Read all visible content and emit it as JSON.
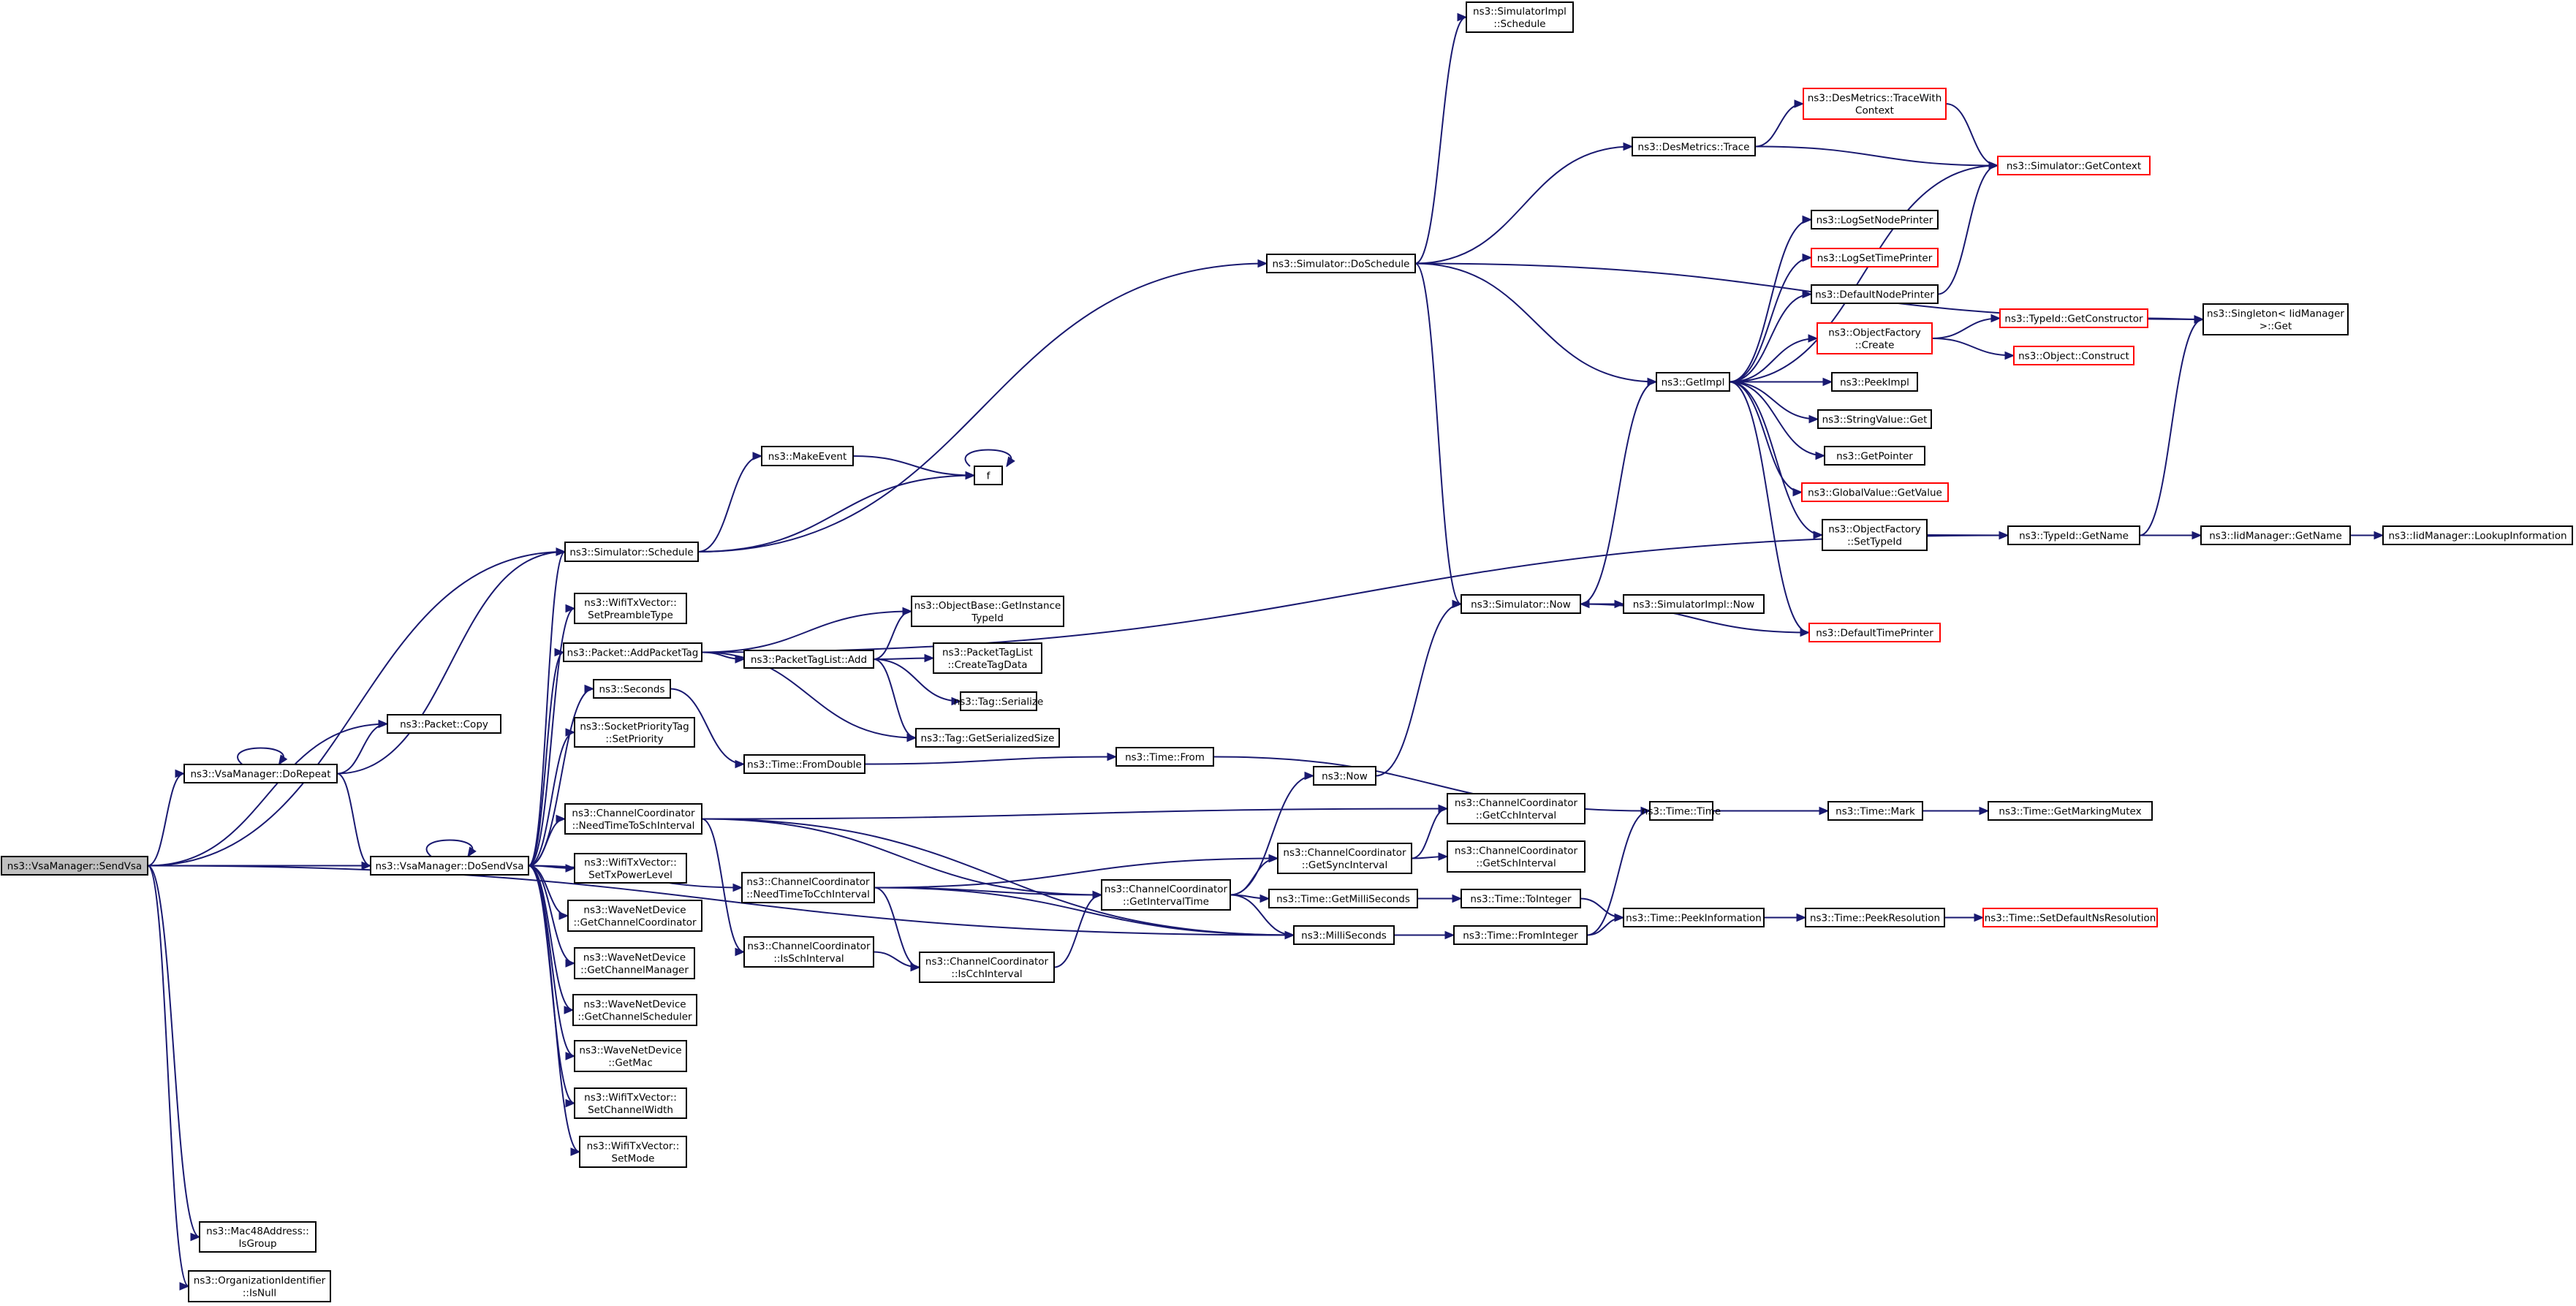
{
  "diagram": {
    "type": "call-graph",
    "colors": {
      "edge": "#191970",
      "root_fill": "#bfbfbf",
      "red_border": "#ff0000",
      "border": "#000000"
    },
    "nodes": [
      {
        "id": "sendvsa",
        "lines": [
          "ns3::VsaManager::SendVsa"
        ],
        "root": true
      },
      {
        "id": "packetcopy",
        "lines": [
          "ns3::Packet::Copy"
        ]
      },
      {
        "id": "dorepeat",
        "lines": [
          "ns3::VsaManager::DoRepeat"
        ]
      },
      {
        "id": "dosendvsa",
        "lines": [
          "ns3::VsaManager::DoSendVsa"
        ]
      },
      {
        "id": "mac48",
        "lines": [
          "ns3::Mac48Address::",
          "IsGroup"
        ]
      },
      {
        "id": "orgid",
        "lines": [
          "ns3::OrganizationIdentifier",
          "::IsNull"
        ]
      },
      {
        "id": "schedule",
        "lines": [
          "ns3::Simulator::Schedule"
        ]
      },
      {
        "id": "preamble",
        "lines": [
          "ns3::WifiTxVector::",
          "SetPreambleType"
        ]
      },
      {
        "id": "addpackettag",
        "lines": [
          "ns3::Packet::AddPacketTag"
        ]
      },
      {
        "id": "seconds",
        "lines": [
          "ns3::Seconds"
        ]
      },
      {
        "id": "socketprio",
        "lines": [
          "ns3::SocketPriorityTag",
          "::SetPriority"
        ]
      },
      {
        "id": "needtosch",
        "lines": [
          "ns3::ChannelCoordinator",
          "::NeedTimeToSchInterval"
        ]
      },
      {
        "id": "txpower",
        "lines": [
          "ns3::WifiTxVector::",
          "SetTxPowerLevel"
        ]
      },
      {
        "id": "getchcoord",
        "lines": [
          "ns3::WaveNetDevice",
          "::GetChannelCoordinator"
        ]
      },
      {
        "id": "getchmgr",
        "lines": [
          "ns3::WaveNetDevice",
          "::GetChannelManager"
        ]
      },
      {
        "id": "getchsched",
        "lines": [
          "ns3::WaveNetDevice",
          "::GetChannelScheduler"
        ]
      },
      {
        "id": "getmac",
        "lines": [
          "ns3::WaveNetDevice",
          "::GetMac"
        ]
      },
      {
        "id": "chwidth",
        "lines": [
          "ns3::WifiTxVector::",
          "SetChannelWidth"
        ]
      },
      {
        "id": "setmode",
        "lines": [
          "ns3::WifiTxVector::",
          "SetMode"
        ]
      },
      {
        "id": "makeevent",
        "lines": [
          "ns3::MakeEvent"
        ]
      },
      {
        "id": "f",
        "lines": [
          "f"
        ]
      },
      {
        "id": "objinst",
        "lines": [
          "ns3::ObjectBase::GetInstance",
          "TypeId"
        ]
      },
      {
        "id": "ptladd",
        "lines": [
          "ns3::PacketTagList::Add"
        ]
      },
      {
        "id": "createtag",
        "lines": [
          "ns3::PacketTagList",
          "::CreateTagData"
        ]
      },
      {
        "id": "tagser",
        "lines": [
          "ns3::Tag::Serialize"
        ]
      },
      {
        "id": "tagsize",
        "lines": [
          "ns3::Tag::GetSerializedSize"
        ]
      },
      {
        "id": "fromdouble",
        "lines": [
          "ns3::Time::FromDouble"
        ]
      },
      {
        "id": "needtocch",
        "lines": [
          "ns3::ChannelCoordinator",
          "::NeedTimeToCchInterval"
        ]
      },
      {
        "id": "isschint",
        "lines": [
          "ns3::ChannelCoordinator",
          "::IsSchInterval"
        ]
      },
      {
        "id": "iscchint",
        "lines": [
          "ns3::ChannelCoordinator",
          "::IsCchInterval"
        ]
      },
      {
        "id": "timefrom",
        "lines": [
          "ns3::Time::From"
        ]
      },
      {
        "id": "getintervaltime",
        "lines": [
          "ns3::ChannelCoordinator",
          "::GetIntervalTime"
        ]
      },
      {
        "id": "ns3now",
        "lines": [
          "ns3::Now"
        ]
      },
      {
        "id": "doschedule",
        "lines": [
          "ns3::Simulator::DoSchedule"
        ]
      },
      {
        "id": "simimplsched",
        "lines": [
          "ns3::SimulatorImpl",
          "::Schedule"
        ]
      },
      {
        "id": "getcchint",
        "lines": [
          "ns3::ChannelCoordinator",
          "::GetCchInterval"
        ]
      },
      {
        "id": "getsyncint",
        "lines": [
          "ns3::ChannelCoordinator",
          "::GetSyncInterval"
        ]
      },
      {
        "id": "getschint",
        "lines": [
          "ns3::ChannelCoordinator",
          "::GetSchInterval"
        ]
      },
      {
        "id": "getmilli",
        "lines": [
          "ns3::Time::GetMilliSeconds"
        ]
      },
      {
        "id": "millis",
        "lines": [
          "ns3::MilliSeconds"
        ]
      },
      {
        "id": "simnow",
        "lines": [
          "ns3::Simulator::Now"
        ]
      },
      {
        "id": "simimplnow",
        "lines": [
          "ns3::SimulatorImpl::Now"
        ]
      },
      {
        "id": "destrace",
        "lines": [
          "ns3::DesMetrics::Trace"
        ]
      },
      {
        "id": "getimpl",
        "lines": [
          "ns3::GetImpl"
        ]
      },
      {
        "id": "timetime",
        "lines": [
          "ns3::Time::Time"
        ]
      },
      {
        "id": "tointeger",
        "lines": [
          "ns3::Time::ToInteger"
        ]
      },
      {
        "id": "fromint",
        "lines": [
          "ns3::Time::FromInteger"
        ]
      },
      {
        "id": "destracectx",
        "lines": [
          "ns3::DesMetrics::TraceWith",
          "Context"
        ],
        "red": true
      },
      {
        "id": "getcontext",
        "lines": [
          "ns3::Simulator::GetContext"
        ],
        "red": true
      },
      {
        "id": "lognode",
        "lines": [
          "ns3::LogSetNodePrinter"
        ]
      },
      {
        "id": "logtime",
        "lines": [
          "ns3::LogSetTimePrinter"
        ],
        "red": true
      },
      {
        "id": "defnode",
        "lines": [
          "ns3::DefaultNodePrinter"
        ]
      },
      {
        "id": "objfaccreate",
        "lines": [
          "ns3::ObjectFactory",
          "::Create"
        ],
        "red": true
      },
      {
        "id": "peekimpl",
        "lines": [
          "ns3::PeekImpl"
        ]
      },
      {
        "id": "strvalget",
        "lines": [
          "ns3::StringValue::Get"
        ]
      },
      {
        "id": "getpointer",
        "lines": [
          "ns3::GetPointer"
        ]
      },
      {
        "id": "globalval",
        "lines": [
          "ns3::GlobalValue::GetValue"
        ],
        "red": true
      },
      {
        "id": "objfacset",
        "lines": [
          "ns3::ObjectFactory",
          "::SetTypeId"
        ]
      },
      {
        "id": "deftime",
        "lines": [
          "ns3::DefaultTimePrinter"
        ],
        "red": true
      },
      {
        "id": "timemark",
        "lines": [
          "ns3::Time::Mark"
        ]
      },
      {
        "id": "peekinfo",
        "lines": [
          "ns3::Time::PeekInformation"
        ]
      },
      {
        "id": "getctor",
        "lines": [
          "ns3::TypeId::GetConstructor"
        ],
        "red": true
      },
      {
        "id": "objconstruct",
        "lines": [
          "ns3::Object::Construct"
        ],
        "red": true
      },
      {
        "id": "typeidgetname",
        "lines": [
          "ns3::TypeId::GetName"
        ]
      },
      {
        "id": "peekres",
        "lines": [
          "ns3::Time::PeekResolution"
        ]
      },
      {
        "id": "getmarkmutex",
        "lines": [
          "ns3::Time::GetMarkingMutex"
        ]
      },
      {
        "id": "setdefres",
        "lines": [
          "ns3::Time::SetDefaultNsResolution"
        ],
        "red": true
      },
      {
        "id": "singleton",
        "lines": [
          "ns3::Singleton< IidManager",
          ">::Get"
        ]
      },
      {
        "id": "iidgetname",
        "lines": [
          "ns3::IidManager::GetName"
        ]
      },
      {
        "id": "iidlookup",
        "lines": [
          "ns3::IidManager::LookupInformation"
        ]
      }
    ]
  }
}
